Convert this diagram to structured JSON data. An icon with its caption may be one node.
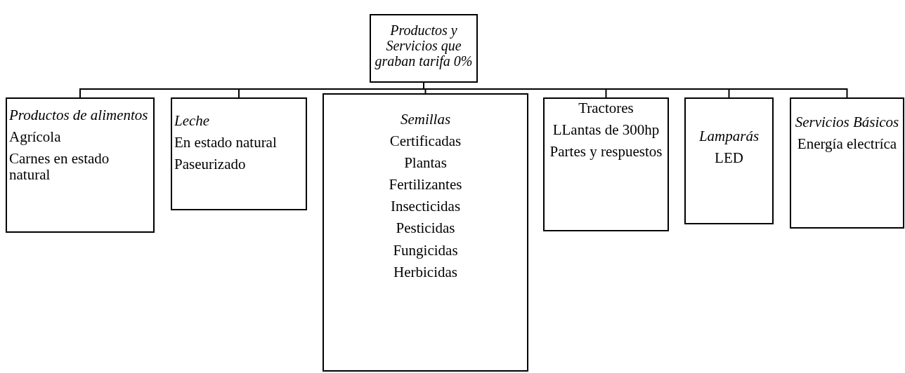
{
  "diagram": {
    "nodes": [
      {
        "text": [
          "Productos y Servicios que graban tarifa 0%"
        ]
      },
      {
        "text": [
          "Productos de alimentos",
          "Agrícola",
          "Carnes en estado natural"
        ]
      },
      {
        "text": [
          "Leche",
          "En estado natural",
          "Paseurizado"
        ]
      },
      {
        "text": [
          "Semillas",
          "Certificadas",
          "Plantas",
          "Fertilizantes",
          "Insecticidas",
          "Pesticidas",
          "Fungicidas",
          "Herbicidas"
        ]
      },
      {
        "text": [
          "Tractores",
          "LLantas de 300hp",
          "Partes  y respuestos"
        ]
      },
      {
        "text": [
          "Lamparás",
          "LED"
        ]
      },
      {
        "text": [
          "Servicios Básicos",
          "Energía electríca"
        ]
      }
    ],
    "edges": [
      {
        "from": 0,
        "to": 1,
        "arrow": "none"
      },
      {
        "from": 0,
        "to": 2,
        "arrow": "none"
      },
      {
        "from": 0,
        "to": 3,
        "arrow": "none"
      },
      {
        "from": 0,
        "to": 4,
        "arrow": "none"
      },
      {
        "from": 0,
        "to": 5,
        "arrow": "none"
      },
      {
        "from": 0,
        "to": 6,
        "arrow": "none"
      }
    ]
  }
}
